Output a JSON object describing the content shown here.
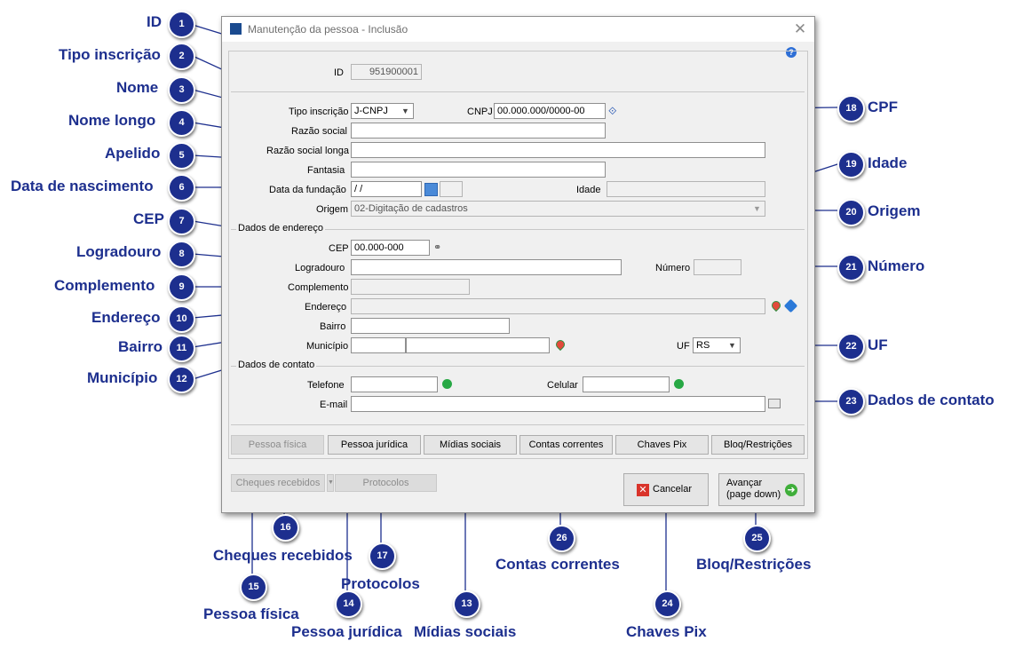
{
  "window": {
    "title": "Manutenção da pessoa - Inclusão",
    "close_glyph": "✕",
    "help_glyph": "?"
  },
  "form": {
    "id": {
      "label": "ID",
      "value": "951900001"
    },
    "tipo_inscricao": {
      "label": "Tipo inscrição",
      "value": "J-CNPJ"
    },
    "cnpj": {
      "label": "CNPJ",
      "value": "00.000.000/0000-00"
    },
    "razao_social": {
      "label": "Razão social",
      "value": ""
    },
    "razao_social_longa": {
      "label": "Razão social longa",
      "value": ""
    },
    "fantasia": {
      "label": "Fantasia",
      "value": ""
    },
    "data_fundacao": {
      "label": "Data da fundação",
      "value": " / /"
    },
    "idade": {
      "label": "Idade",
      "value": ""
    },
    "origem": {
      "label": "Origem",
      "value": "02-Digitação de cadastros"
    },
    "endereco_section": "Dados de endereço",
    "cep": {
      "label": "CEP",
      "value": "00.000-000"
    },
    "logradouro": {
      "label": "Logradouro",
      "value": ""
    },
    "numero": {
      "label": "Número",
      "value": ""
    },
    "complemento": {
      "label": "Complemento",
      "value": ""
    },
    "endereco": {
      "label": "Endereço",
      "value": ""
    },
    "bairro": {
      "label": "Bairro",
      "value": ""
    },
    "municipio": {
      "label": "Município",
      "code": "",
      "value": ""
    },
    "uf": {
      "label": "UF",
      "value": "RS"
    },
    "contato_section": "Dados de contato",
    "telefone": {
      "label": "Telefone",
      "value": ""
    },
    "celular": {
      "label": "Celular",
      "value": ""
    },
    "email": {
      "label": "E-mail",
      "value": ""
    }
  },
  "tabs": [
    {
      "label": "Pessoa física",
      "disabled": true
    },
    {
      "label": "Pessoa jurídica",
      "disabled": false
    },
    {
      "label": "Mídias sociais",
      "disabled": false
    },
    {
      "label": "Contas correntes",
      "disabled": false
    },
    {
      "label": "Chaves Pix",
      "disabled": false
    },
    {
      "label": "Bloq/Restrições",
      "disabled": false
    }
  ],
  "footer": {
    "cheques_label": "Cheques recebidos",
    "protocolos_label": "Protocolos",
    "cancel_label": "Cancelar",
    "next_label_1": "Avançar",
    "next_label_2": "(page down)"
  },
  "callouts": [
    {
      "num": "1",
      "text": "ID"
    },
    {
      "num": "2",
      "text": "Tipo inscrição"
    },
    {
      "num": "3",
      "text": "Nome"
    },
    {
      "num": "4",
      "text": "Nome longo"
    },
    {
      "num": "5",
      "text": "Apelido"
    },
    {
      "num": "6",
      "text": "Data de nascimento"
    },
    {
      "num": "7",
      "text": "CEP"
    },
    {
      "num": "8",
      "text": "Logradouro"
    },
    {
      "num": "9",
      "text": "Complemento"
    },
    {
      "num": "10",
      "text": "Endereço"
    },
    {
      "num": "11",
      "text": "Bairro"
    },
    {
      "num": "12",
      "text": "Município"
    },
    {
      "num": "13",
      "text": "Mídias sociais"
    },
    {
      "num": "14",
      "text": "Pessoa jurídica"
    },
    {
      "num": "15",
      "text": "Pessoa física"
    },
    {
      "num": "16",
      "text": "Cheques recebidos"
    },
    {
      "num": "17",
      "text": "Protocolos"
    },
    {
      "num": "18",
      "text": "CPF"
    },
    {
      "num": "19",
      "text": "Idade"
    },
    {
      "num": "20",
      "text": "Origem"
    },
    {
      "num": "21",
      "text": "Número"
    },
    {
      "num": "22",
      "text": "UF"
    },
    {
      "num": "23",
      "text": "Dados de contato"
    },
    {
      "num": "24",
      "text": "Chaves Pix"
    },
    {
      "num": "25",
      "text": "Bloq/Restrições"
    },
    {
      "num": "26",
      "text": "Contas correntes"
    }
  ],
  "colors": {
    "callout": "#1d2f8e",
    "window_bg": "#f0f0f0"
  }
}
